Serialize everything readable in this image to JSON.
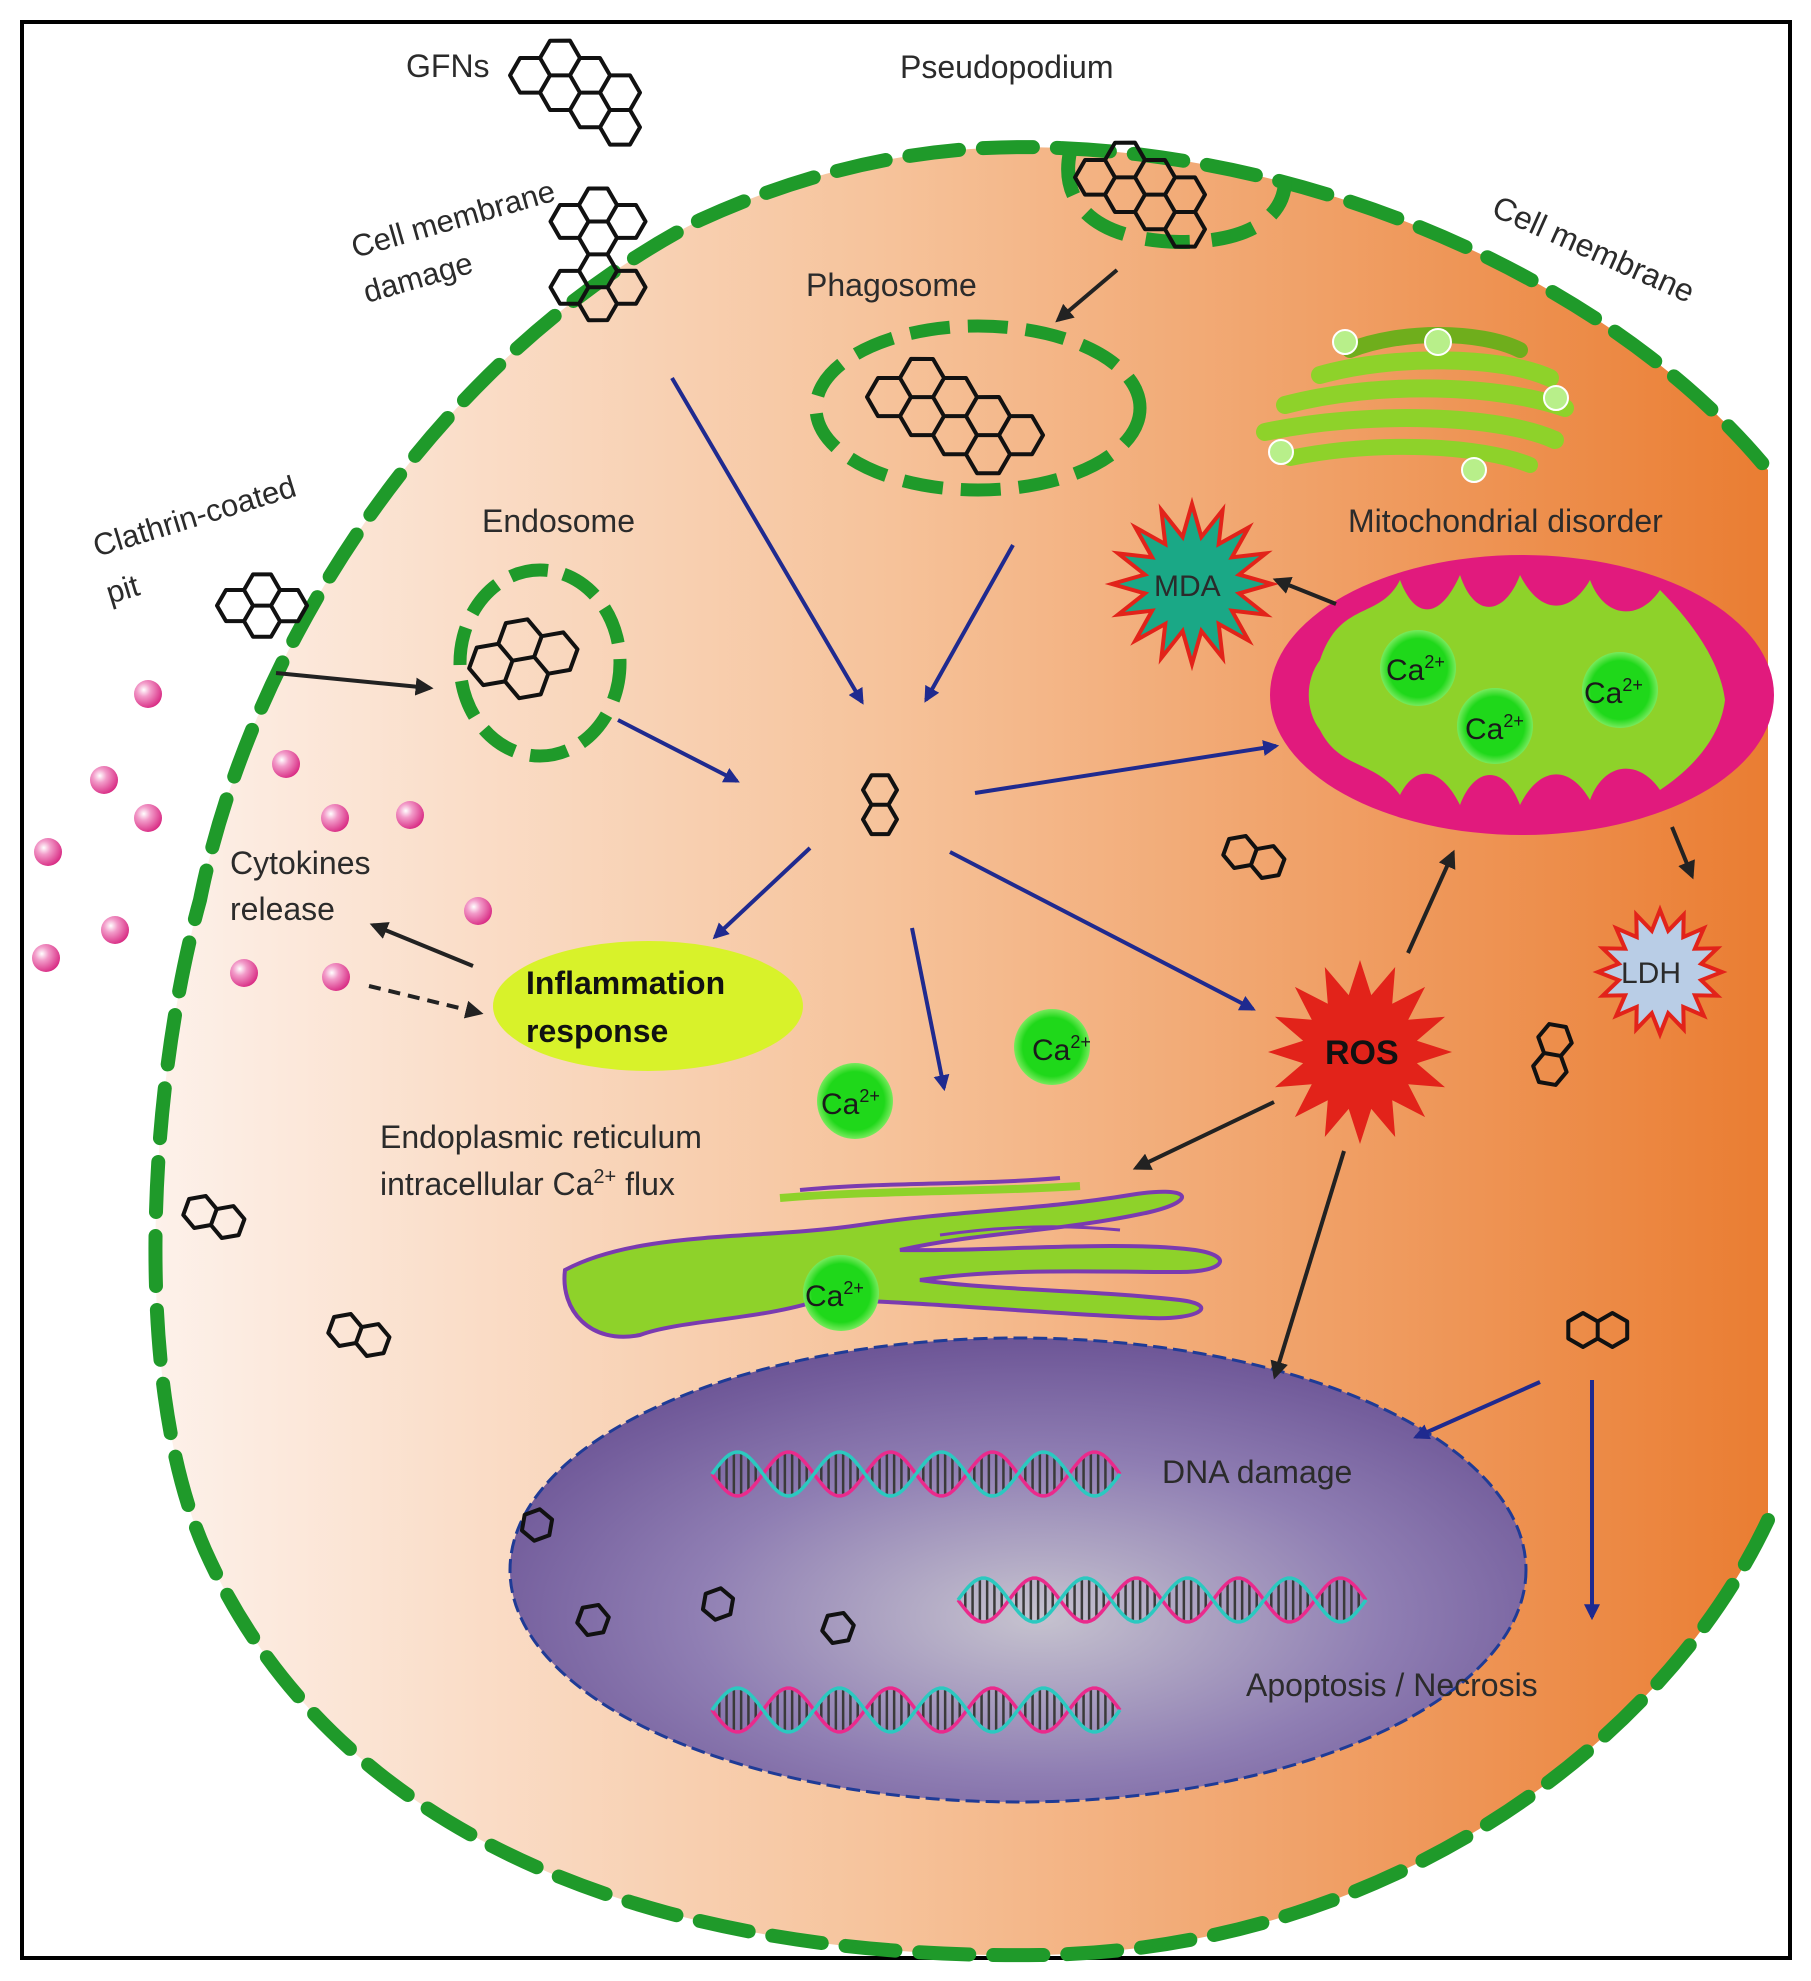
{
  "labels": {
    "gfns": "GFNs",
    "pseudopodium": "Pseudopodium",
    "cell_membrane_damage_1": "Cell membrane",
    "cell_membrane_damage_2": "damage",
    "cell_membrane": "Cell membrane",
    "phagosome": "Phagosome",
    "clathrin_1": "Clathrin-coated",
    "clathrin_2": "pit",
    "endosome": "Endosome",
    "mitochondrial_disorder": "Mitochondrial disorder",
    "mda": "MDA",
    "ldh": "LDH",
    "ros": "ROS",
    "cytokines_1": "Cytokines",
    "cytokines_2": "release",
    "inflammation_1": "Inflammation",
    "inflammation_2": "response",
    "er_1": "Endoplasmic reticulum",
    "er_2a": "intracellular Ca",
    "er_2sup": "2+",
    "er_2b": " flux",
    "dna_damage": "DNA damage",
    "apoptosis": "Apoptosis / Necrosis",
    "ca_base": "Ca",
    "ca_sup": "2+"
  },
  "colors": {
    "membrane": "#1f9a2a",
    "arrow_blue": "#1f2a8f",
    "arrow_black": "#222222",
    "organelle_green": "#8ed22a",
    "mito_pink": "#e11a7d",
    "ros_red": "#e2231a",
    "mda_teal": "#1aa886",
    "ldh_blue": "#b9cde6",
    "inflammation_yellow": "#d8f22a",
    "ca_green": "#22d81e",
    "nucleus_purple": "#6f5a98",
    "cytokine_pink": "#e4449a"
  }
}
